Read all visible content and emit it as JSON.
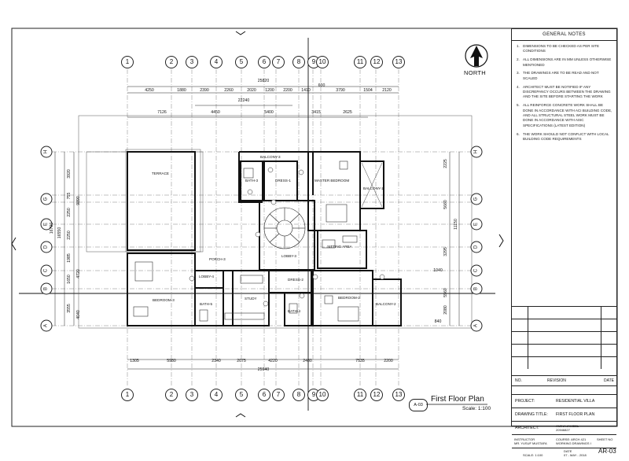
{
  "drawing_title": "First Floor Plan",
  "scale": "Scale: 1:100",
  "sheet_ref": "A-03",
  "north_label": "NORTH",
  "grid_top": [
    "1",
    "2",
    "3",
    "4",
    "5",
    "6",
    "7",
    "8",
    "9",
    "10",
    "11",
    "12",
    "13"
  ],
  "grid_side": [
    "H",
    "G",
    "F",
    "E",
    "D",
    "C",
    "B",
    "A"
  ],
  "dims_top_overall": "25820",
  "dims_top_row1": [
    "4250",
    "1880",
    "2390",
    "2260",
    "2020",
    "1200",
    "2200",
    "1410",
    "3790",
    "1504",
    "2120"
  ],
  "dim_600": "600",
  "dim_22240": "22240",
  "dims_top_row2": [
    "7126",
    "4450",
    "5400",
    "3415",
    "2625"
  ],
  "dims_bottom": [
    "1305",
    "5980",
    "2340",
    "2075",
    "4220",
    "2480",
    "7535",
    "2200"
  ],
  "dim_bottom_overall": "25940",
  "dims_left_a": [
    "3920",
    "755",
    "2250",
    "2250",
    "1985",
    "1650",
    "3555"
  ],
  "dims_left_b": [
    "9890",
    "4720",
    "4040"
  ],
  "dims_left_c": [
    "16550",
    "16790"
  ],
  "dims_right_a": [
    "2225",
    "5660",
    "3295",
    "1040",
    "5960",
    "2080",
    "840"
  ],
  "dims_right_b": [
    "11150"
  ],
  "rooms": {
    "terrace": "TERRACE",
    "balcony3": "BALCONY-3",
    "bath3": "BATH-3",
    "dress1": "DRESS-1",
    "master": "MASTER BEDROOM",
    "balcony1": "BALCONY-1",
    "porch": "PORCH-3",
    "lobby3": "LOBBY-3",
    "sitting": "SITTING AREA",
    "lobby4": "LOBBY-4",
    "dress2": "DRESS-2",
    "bedroom3": "BEDROOM-3",
    "bath5": "BATH-5",
    "study": "STUDY",
    "bath4": "BATH-4",
    "bedroom2": "BEDROOM-2",
    "balcony2": "BALCONY-2"
  },
  "title_block": {
    "notes_title": "GENERAL NOTES",
    "notes": [
      {
        "n": "1.",
        "t": "DIMENSIONS TO BE CHECKED AS PER SITE CONDITIONS"
      },
      {
        "n": "2.",
        "t": "ALL DIMENSIONS ARE IN MM UNLESS OTHERWISE MENTIONED"
      },
      {
        "n": "3.",
        "t": "THE DRAWINGS ARE TO BE READ AND NOT SCALED"
      },
      {
        "n": "4.",
        "t": "ARCHITECT MUST BE NOTIFIED IF ANY DISCREPANCY OCCURS BETWEEN THE DRAWING AND THE SITE BEFORE STARTING THE WORK"
      },
      {
        "n": "5.",
        "t": "ALL REINFORCE CONCRETE WORK SHALL BE DONE IN ACCORDANCE WITH ACI BUILDING CODE, AND ALL STRUCTURAL STEEL WORK MUST BE DONE IN ACCORDANCE WITH AISC SPECIFICATIONS (LATEST EDITION)"
      },
      {
        "n": "6.",
        "t": "THE WORK SHOULD NOT CONFLICT WITH LOCAL BUILDING CODE REQUIREMENTS"
      }
    ],
    "rev_no": "NO.",
    "rev_label": "REVISION",
    "rev_date": "DATE",
    "project_k": "PROJECT:",
    "project_v": "RESIDENTIAL VILLA",
    "drawing_k": "DRAWING TITLE:",
    "drawing_v": "FIRST FLOOR PLAN",
    "architect_k": "ARCHITECT:",
    "architect_v1": "AMINA JAMEEL",
    "architect_v2": "20946827",
    "instructor_k": "INSTRUCTOR",
    "instructor_v": "MR. YUSUF MUSTAFA",
    "course_k": "COURSE: ARCH 421",
    "course_v": "WORKING DRAWINGS I",
    "date_k": "DATE",
    "date_v": "07 - MAY - 2018",
    "sheet_k": "SHEET NO",
    "sheet_v": "AR-03",
    "scale_k": "SCALE: 1:100"
  }
}
